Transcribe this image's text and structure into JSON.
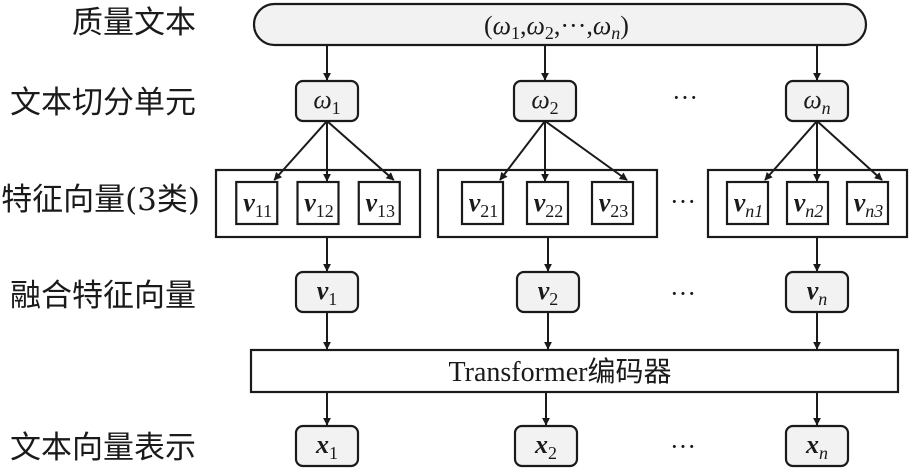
{
  "row_labels": {
    "quality_text": "质量文本",
    "segmentation_unit": "文本切分单元",
    "feature_vectors": "特征向量(3类)",
    "fused_vectors": "融合特征向量",
    "text_representation": "文本向量表示"
  },
  "input_sequence": {
    "open": "(",
    "symbol": "ω",
    "items": [
      "1",
      "2",
      "n"
    ],
    "separator": ",",
    "ellipsis": "···",
    "close": ")"
  },
  "segments": [
    {
      "symbol": "ω",
      "sub": "1"
    },
    {
      "symbol": "ω",
      "sub": "2"
    },
    {
      "symbol": "ω",
      "sub": "n"
    }
  ],
  "feature_groups": [
    {
      "items": [
        {
          "symbol": "v",
          "sub": "11"
        },
        {
          "symbol": "v",
          "sub": "12"
        },
        {
          "symbol": "v",
          "sub": "13"
        }
      ]
    },
    {
      "items": [
        {
          "symbol": "v",
          "sub": "21"
        },
        {
          "symbol": "v",
          "sub": "22"
        },
        {
          "symbol": "v",
          "sub": "23"
        }
      ]
    },
    {
      "items": [
        {
          "symbol": "v",
          "sub": "n1"
        },
        {
          "symbol": "v",
          "sub": "n2"
        },
        {
          "symbol": "v",
          "sub": "n3"
        }
      ]
    }
  ],
  "fused": [
    {
      "symbol": "v",
      "sub": "1"
    },
    {
      "symbol": "v",
      "sub": "2"
    },
    {
      "symbol": "v",
      "sub": "n"
    }
  ],
  "encoder": {
    "label": "Transformer编码器"
  },
  "outputs": [
    {
      "symbol": "x",
      "sub": "1"
    },
    {
      "symbol": "x",
      "sub": "2"
    },
    {
      "symbol": "x",
      "sub": "n"
    }
  ],
  "ellipsis": "···",
  "colors": {
    "node_fill": "#f2f2f2",
    "stroke": "#1a1a1a",
    "background": "#ffffff"
  }
}
